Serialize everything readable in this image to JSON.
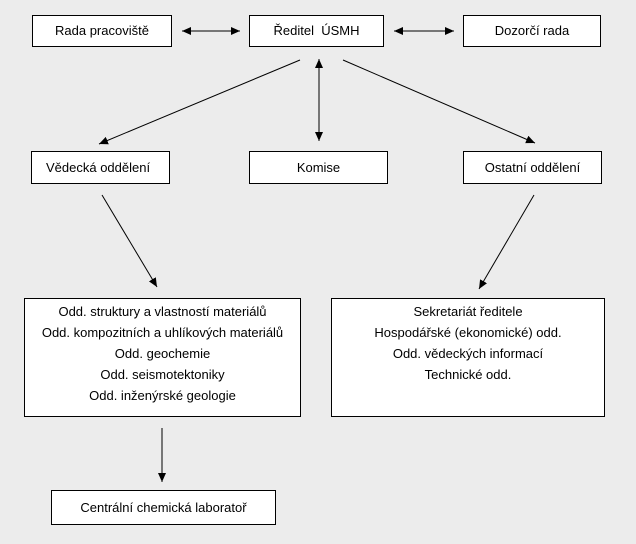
{
  "org_chart": {
    "top_row": {
      "council": "Rada pracoviště",
      "director": "Ředitel  ÚSMH",
      "supervisory_board": "Dozorčí rada"
    },
    "middle_row": {
      "scientific_departments": "Vědecká oddělení",
      "commissions": "Komise",
      "other_departments": "Ostatní oddělení"
    },
    "scientific_list": [
      "Odd. struktury a vlastností materiálů",
      "Odd. kompozitních a uhlíkových materiálů",
      "Odd. geochemie",
      "Odd. seismotektoniky",
      "Odd. inženýrské geologie"
    ],
    "other_list": [
      "Sekretariát ředitele",
      "Hospodářské (ekonomické) odd.",
      "Odd. vědeckých informací",
      "Technické odd."
    ],
    "lab": "Centrální chemická laboratoř"
  }
}
